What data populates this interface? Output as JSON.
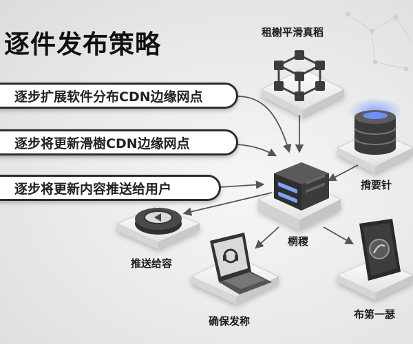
{
  "title": "逐件发布策略",
  "strategies": [
    {
      "label": "逐步扩展软件分布CDN边缘网点"
    },
    {
      "label": "逐步将更新滑樹CDN边缘网点"
    },
    {
      "label": "逐步将更新内容推送给用户"
    }
  ],
  "nodes": {
    "top": {
      "label": "租榭平滑真稻",
      "icon": "network-cube-icon"
    },
    "right": {
      "label": "揹要针",
      "icon": "database-stack-icon"
    },
    "center": {
      "label": "棢稷",
      "icon": "server-icon"
    },
    "left": {
      "label": "推送给容",
      "icon": "router-disc-icon"
    },
    "laptop": {
      "label": "确保发称",
      "icon": "laptop-icon"
    },
    "phone": {
      "label": "布第一瑟",
      "icon": "phone-app-icon"
    }
  },
  "colors": {
    "accent": "#4a6cf0",
    "dark": "#2b2b2b",
    "background": "#ececec"
  }
}
